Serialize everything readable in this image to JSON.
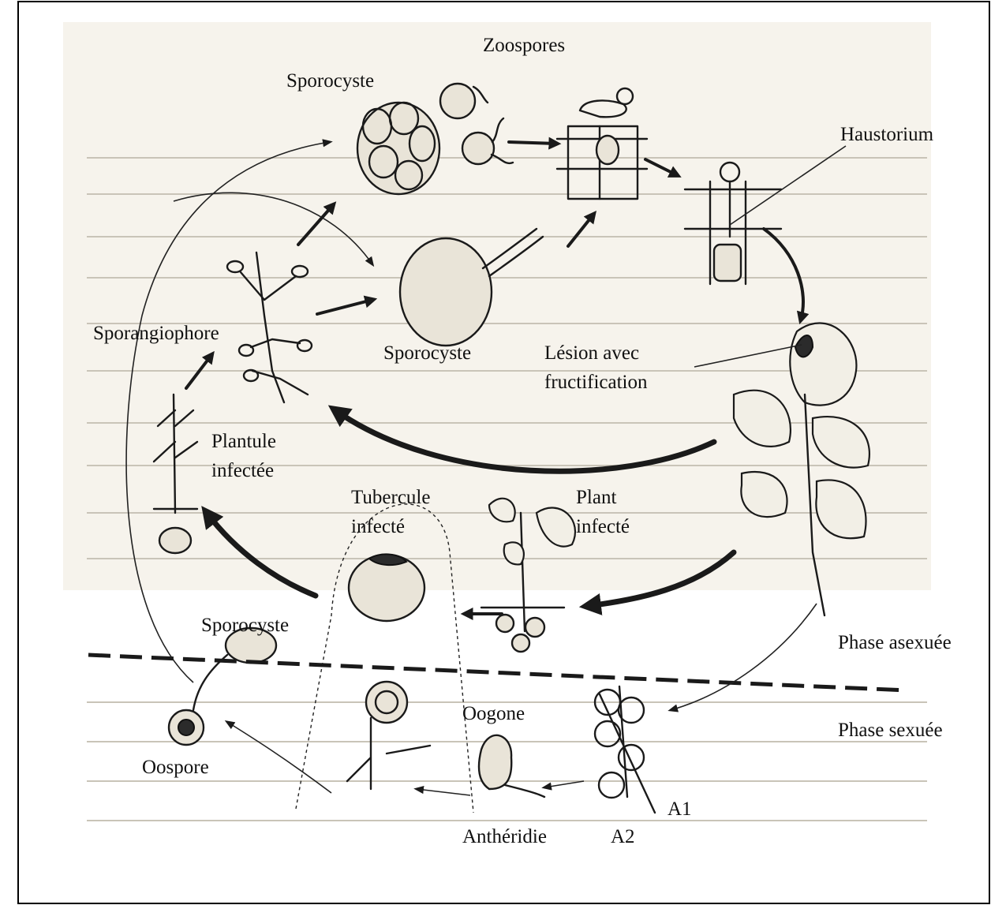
{
  "labels": {
    "zoospores": "Zoospores",
    "sporocyste_top": "Sporocyste",
    "haustorium": "Haustorium",
    "sporangiophore": "Sporangiophore",
    "sporocyste_mid": "Sporocyste",
    "lesion_line1": "Lésion avec",
    "lesion_line2": "fructification",
    "plantule_line1": "Plantule",
    "plantule_line2": "infectée",
    "tubercule_line1": "Tubercule",
    "tubercule_line2": "infecté",
    "plant_line1": "Plant",
    "plant_line2": "infecté",
    "sporocyste_low": "Sporocyste",
    "phase_asexuee": "Phase asexuée",
    "phase_sexuee": "Phase sexuée",
    "oogone": "Oogone",
    "oospore": "Oospore",
    "antheridie": "Anthéridie",
    "a1": "A1",
    "a2": "A2"
  }
}
